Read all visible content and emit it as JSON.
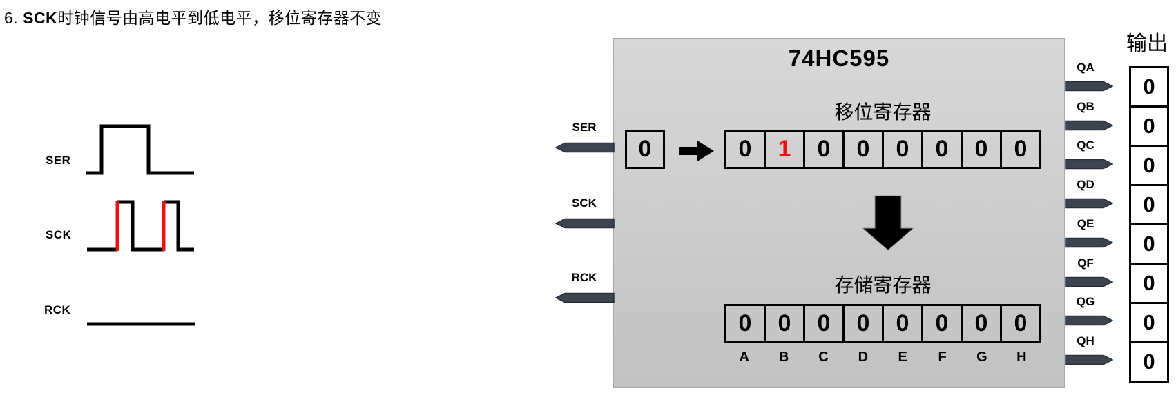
{
  "colors": {
    "red_accent": "#ee1111",
    "pin_fill": "#3d444f",
    "pin_stroke": "#28303a",
    "chip_fill_top": "#d8d8d8",
    "chip_fill_bottom": "#c2c2c2"
  },
  "heading": {
    "number": "6. ",
    "highlight": "SCK",
    "rest": "时钟信号由高电平到低电平，移位寄存器不变"
  },
  "timing": {
    "signals": [
      "SER",
      "SCK",
      "RCK"
    ]
  },
  "chip": {
    "title": "74HC595",
    "left_pins": [
      "SER",
      "SCK",
      "RCK"
    ],
    "right_pins": [
      "QA",
      "QB",
      "QC",
      "QD",
      "QE",
      "QF",
      "QG",
      "QH"
    ],
    "serial_input_value": "0",
    "shift_register": {
      "label": "移位寄存器",
      "values": [
        "0",
        "1",
        "0",
        "0",
        "0",
        "0",
        "0",
        "0"
      ],
      "highlight_index": 1
    },
    "storage_register": {
      "label": "存储寄存器",
      "values": [
        "0",
        "0",
        "0",
        "0",
        "0",
        "0",
        "0",
        "0"
      ],
      "bit_labels": [
        "A",
        "B",
        "C",
        "D",
        "E",
        "F",
        "G",
        "H"
      ]
    }
  },
  "output_panel": {
    "label": "输出",
    "values": [
      "0",
      "0",
      "0",
      "0",
      "0",
      "0",
      "0",
      "0"
    ]
  }
}
